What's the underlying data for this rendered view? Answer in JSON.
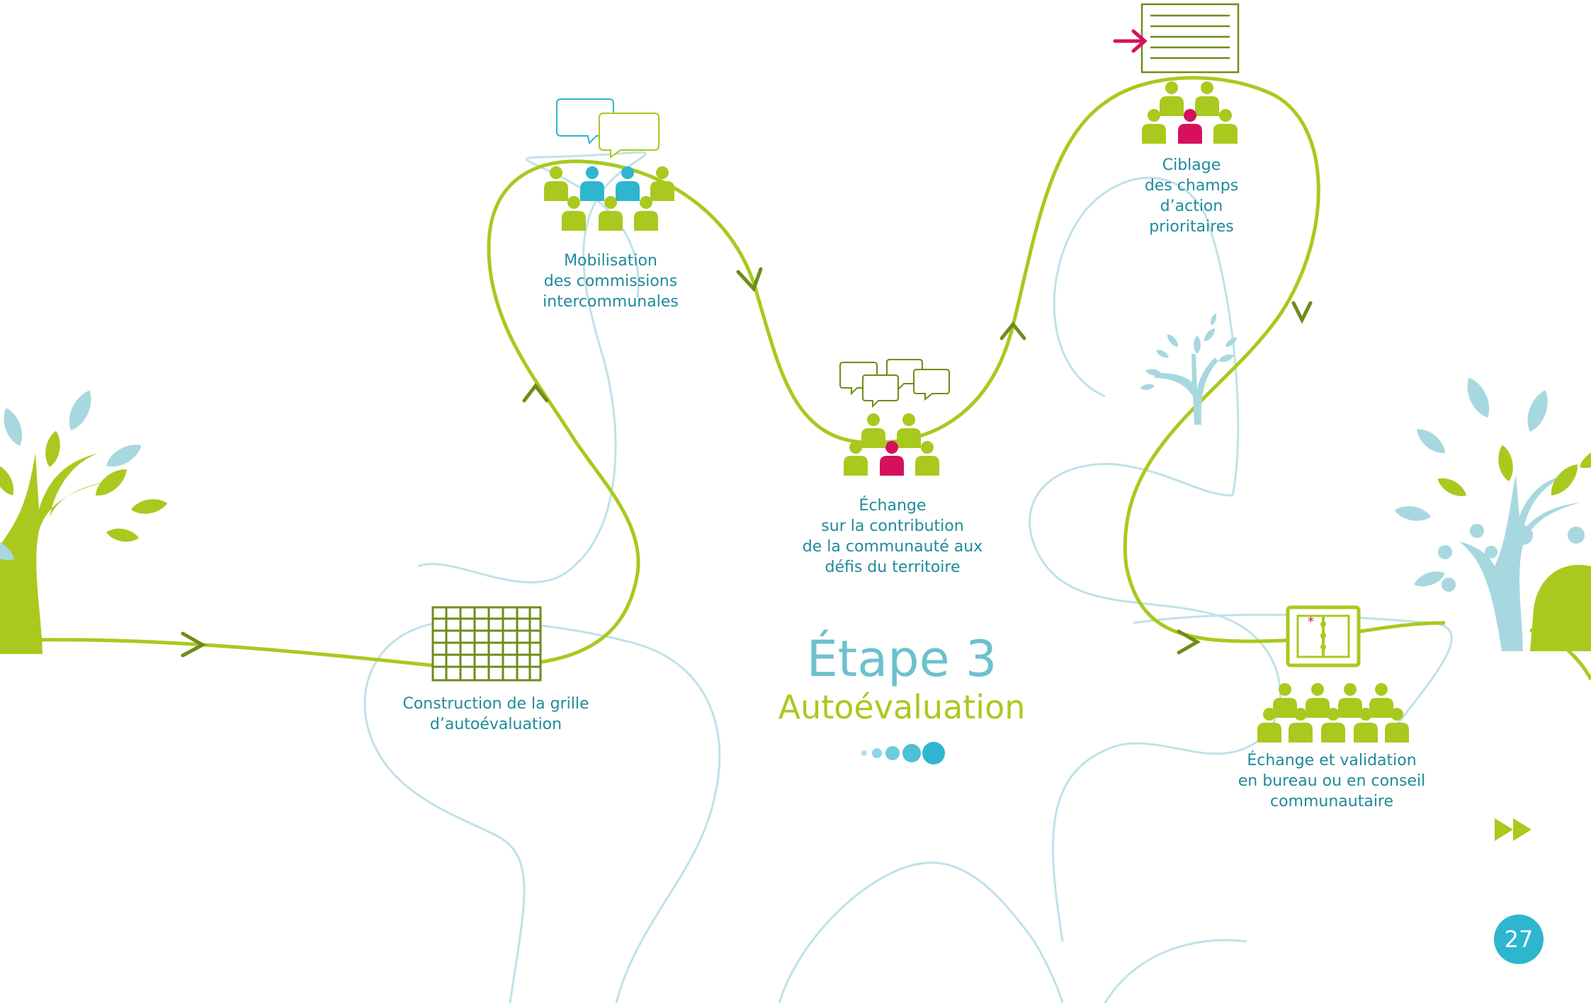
{
  "stage": {
    "number_label": "Étape 3",
    "name": "Autoévaluation"
  },
  "steps": [
    {
      "id": "construction",
      "label": "Construction de la grille\nd’autoévaluation"
    },
    {
      "id": "mobilisation",
      "label": "Mobilisation\ndes commissions\nintercommunales"
    },
    {
      "id": "echange-contribution",
      "label": "Échange\nsur la contribution\nde la communauté aux\ndéfis du territoire"
    },
    {
      "id": "ciblage",
      "label": "Ciblage\ndes champs\nd’action\nprioritaires"
    },
    {
      "id": "validation",
      "label": "Échange et validation\nen bureau ou en conseil\ncommunautaire"
    }
  ],
  "page_number": "27",
  "icons": [
    "tree-icon",
    "grid-icon",
    "speech-bubble-icon",
    "people-group-icon",
    "document-icon",
    "arrow-icon",
    "binder-icon",
    "fast-forward-icon"
  ],
  "colors": {
    "green": "#a9c91e",
    "dark_green": "#6e8c1a",
    "light_blue": "#a8d8df",
    "blue": "#2eb6cf",
    "teal_text": "#1f8a9a",
    "magenta": "#d6105c"
  }
}
